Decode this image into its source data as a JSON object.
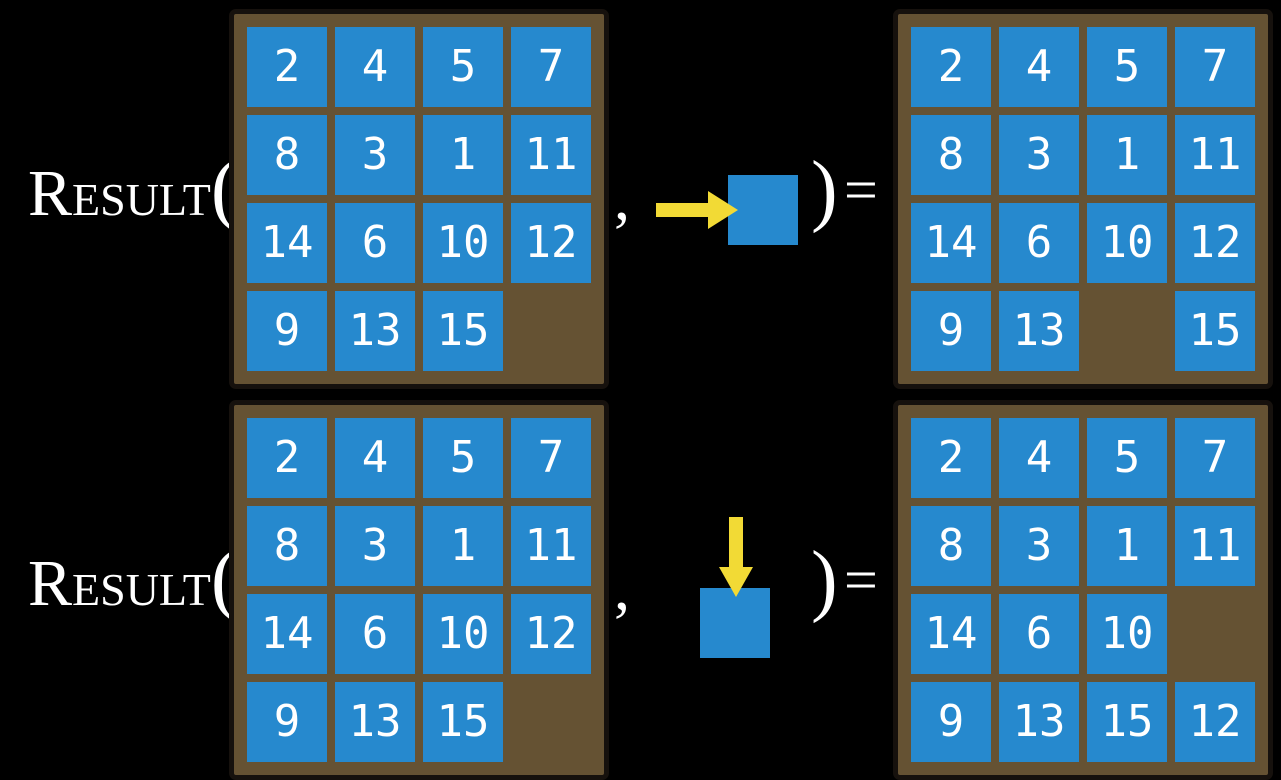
{
  "figure": {
    "function_label": "Result",
    "open_paren": "(",
    "comma": ",",
    "close_paren": ")",
    "equals": "="
  },
  "colors": {
    "background": "#000000",
    "tile_blue": "#2689CE",
    "board_brown": "#655233",
    "board_border": "#16110D",
    "arrow_yellow": "#F2DA35",
    "text_white": "#FFFFFF"
  },
  "examples": [
    {
      "id": "move-right",
      "action_icon": "arrow-right-icon",
      "input_board": {
        "rows": [
          [
            "2",
            "4",
            "5",
            "7"
          ],
          [
            "8",
            "3",
            "1",
            "11"
          ],
          [
            "14",
            "6",
            "10",
            "12"
          ],
          [
            "9",
            "13",
            "15",
            ""
          ]
        ]
      },
      "output_board": {
        "rows": [
          [
            "2",
            "4",
            "5",
            "7"
          ],
          [
            "8",
            "3",
            "1",
            "11"
          ],
          [
            "14",
            "6",
            "10",
            "12"
          ],
          [
            "9",
            "13",
            "",
            "15"
          ]
        ]
      }
    },
    {
      "id": "move-down",
      "action_icon": "arrow-down-icon",
      "input_board": {
        "rows": [
          [
            "2",
            "4",
            "5",
            "7"
          ],
          [
            "8",
            "3",
            "1",
            "11"
          ],
          [
            "14",
            "6",
            "10",
            "12"
          ],
          [
            "9",
            "13",
            "15",
            ""
          ]
        ]
      },
      "output_board": {
        "rows": [
          [
            "2",
            "4",
            "5",
            "7"
          ],
          [
            "8",
            "3",
            "1",
            "11"
          ],
          [
            "14",
            "6",
            "10",
            ""
          ],
          [
            "9",
            "13",
            "15",
            "12"
          ]
        ]
      }
    }
  ]
}
